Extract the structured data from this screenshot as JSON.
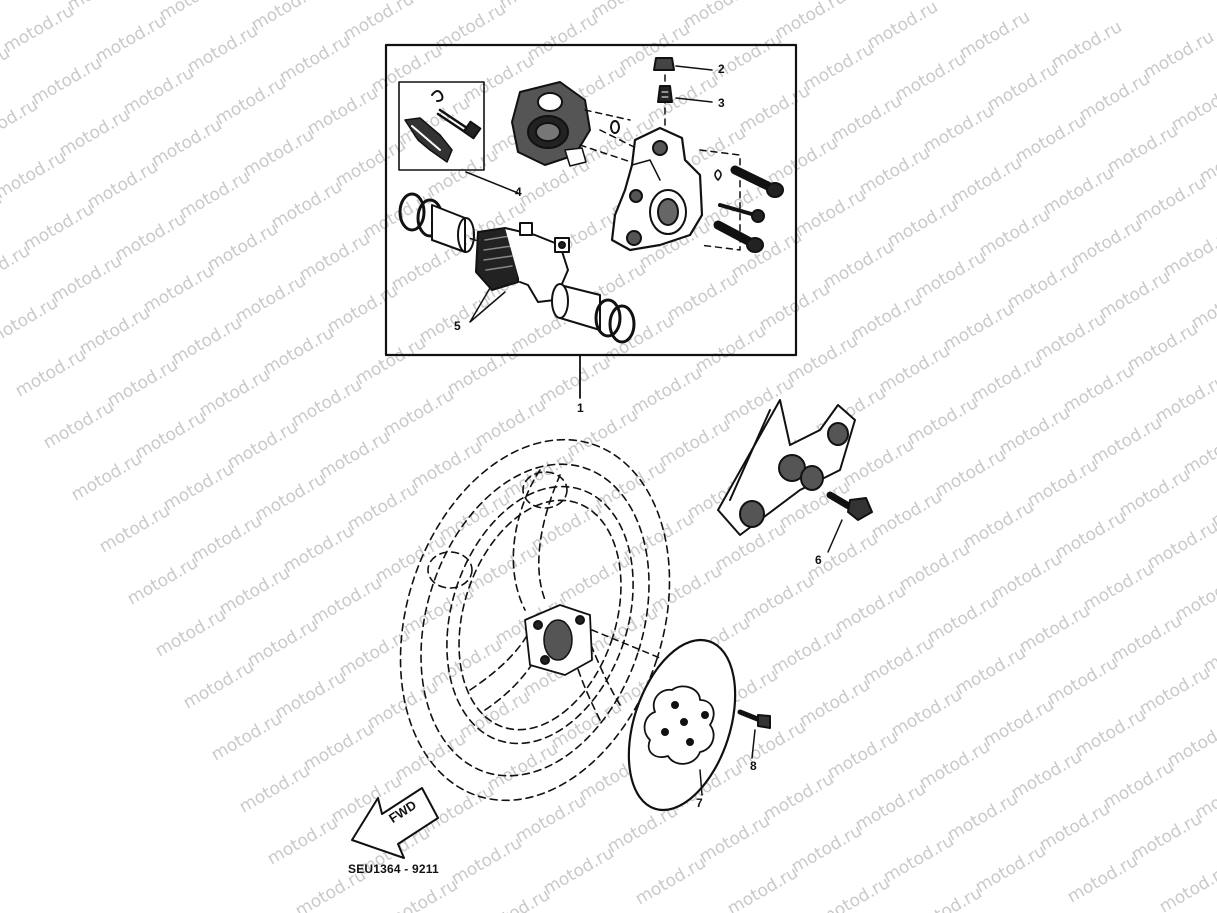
{
  "watermark": {
    "text": "motod.ru"
  },
  "figure": {
    "code": "SEU1364 - 9211"
  },
  "callouts": [
    {
      "id": "c1",
      "number": "1"
    },
    {
      "id": "c2",
      "number": "2"
    },
    {
      "id": "c3",
      "number": "3"
    },
    {
      "id": "c4",
      "number": "4"
    },
    {
      "id": "c5",
      "number": "5"
    },
    {
      "id": "c6",
      "number": "6"
    },
    {
      "id": "c7",
      "number": "7"
    },
    {
      "id": "c8",
      "number": "8"
    }
  ],
  "direction_arrow": {
    "label": "FWD"
  },
  "colors": {
    "ink": "#111111",
    "watermark": "#c9c9c9",
    "background": "#ffffff"
  }
}
